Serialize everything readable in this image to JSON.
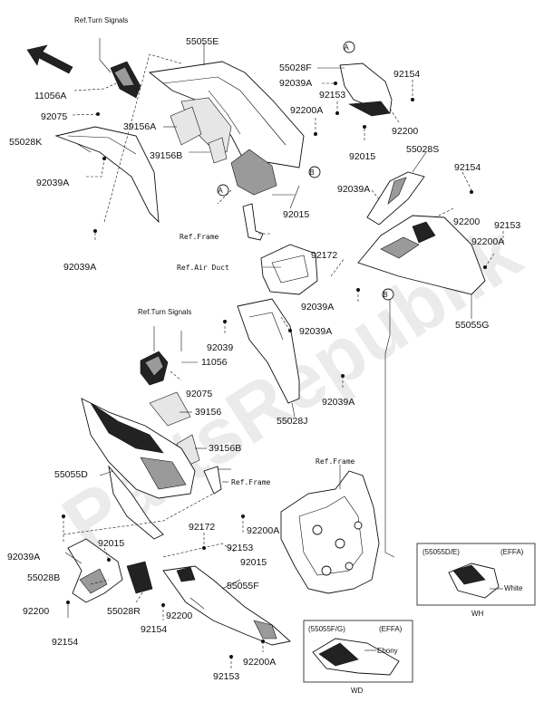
{
  "watermark": "PartsRepublik",
  "labels": {
    "ref_turn_signals_top": "Ref.Turn Signals",
    "p55055E": "55055E",
    "p11056A": "11056A",
    "p92075_top": "92075",
    "p55028K": "55028K",
    "p92039A_left": "92039A",
    "p92039A_bottom_left": "92039A",
    "p39156A": "39156A",
    "p39156B_top": "39156B",
    "ref_frame_top": "Ref.Frame",
    "circle_A_1": "A",
    "circle_A_2": "A",
    "circle_B_1": "B",
    "circle_B_2": "B",
    "p55028F": "55028F",
    "p92039A_tr": "92039A",
    "p92153_tr": "92153",
    "p92154_tr": "92154",
    "p92200A_tr": "92200A",
    "p92200_tr": "92200",
    "p92015_tr": "92015",
    "p92015_mid": "92015",
    "p55028S": "55028S",
    "p92154_r": "92154",
    "p92039A_r": "92039A",
    "p92200_r": "92200",
    "p92153_r": "92153",
    "p92200A_r": "92200A",
    "p92172_r": "92172",
    "ref_air_duct": "Ref.Air Duct",
    "p92039A_mid": "92039A",
    "p55055G": "55055G",
    "ref_turn_signals_mid": "Ref.Turn Signals",
    "p92039_mid": "92039",
    "p92039A_mid2": "92039A",
    "p11056": "11056",
    "p92075_mid": "92075",
    "p39156": "39156",
    "p92039A_mid3": "92039A",
    "p55028J": "55028J",
    "p39156B_mid": "39156B",
    "p55055D": "55055D",
    "ref_frame_mid": "Ref.Frame",
    "ref_frame_bottom": "Ref.Frame",
    "p92039A_bl": "92039A",
    "p92015_bl": "92015",
    "p92172_bl": "92172",
    "p92200A_bl": "92200A",
    "p92153_bl": "92153",
    "p92015_bl2": "92015",
    "p55028B": "55028B",
    "p55055F": "55055F",
    "p92200_bl": "92200",
    "p55028R": "55028R",
    "p92200_bl2": "92200",
    "p92154_bl": "92154",
    "p92154_bl2": "92154",
    "p92200A_bot": "92200A",
    "p92153_bot": "92153"
  },
  "insets": {
    "wh": {
      "title_part": "(55055D/E)",
      "title_variant": "(EFFA)",
      "color": "White",
      "code": "WH"
    },
    "wd": {
      "title_part": "(55055F/G)",
      "title_variant": "(EFFA)",
      "color": "Ebony",
      "code": "WD"
    }
  },
  "icons": {
    "direction": "arrow-up-left-icon"
  }
}
